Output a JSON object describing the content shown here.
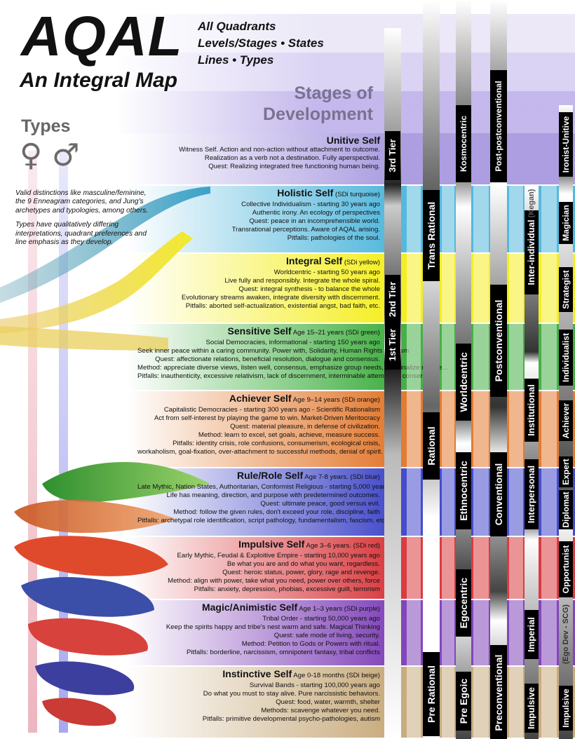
{
  "title": "AQAL",
  "subtitle": "An Integral Map",
  "aqal_lines": [
    "All Quadrants",
    "Levels/Stages • States",
    "Lines • Types"
  ],
  "types": {
    "heading": "Types",
    "female_symbol": "♀",
    "male_symbol": "♂",
    "para1": "Valid distinctions like masculine/feminine, the 9 Enneagram categories, and Jung's archetypes and typologies, among others.",
    "para2": "Types have qualitatively differing interpretations, quadrant preferences and line emphasis as they develop."
  },
  "stages_heading": [
    "Stages of",
    "Development"
  ],
  "stages": [
    {
      "name": "Unitive Self",
      "sub": "",
      "lines": [
        "Witness Self. Action and non-action without attachment to outcome.",
        "Realization as a verb not a destination. Fully aperspectival.",
        "Quest: Realizing integrated free functioning human being."
      ],
      "color": "#a99be0"
    },
    {
      "name": "Holistic Self",
      "sub": "(SDi turquoise)",
      "lines": [
        "Collective Individualism - starting 30 years ago",
        "Authentic irony. An ecology of perspectives",
        "Quest: peace in an incomprehensible world.",
        "Transrational perceptions. Aware of AQAL arising.",
        "Pitfalls: pathologies of the soul."
      ],
      "color": "#4fb6dc"
    },
    {
      "name": "Integral Self",
      "sub": "(SDi yellow)",
      "lines": [
        "Worldcentric - starting 50 years ago",
        "Live fully and responsibly. Integrate the whole spiral.",
        "Quest: integral synthesis - to balance the whole",
        "Evolutionary streams awaken, integrate diversity with discernment.",
        "Pitfalls: aborted self-actualization, existential angst, bad faith, etc."
      ],
      "color": "#f4ee1a"
    },
    {
      "name": "Sensitive Self",
      "sub": "Age 15–21 years (SDi green)",
      "lines": [
        "Social Democracies, informational - starting 150 years ago",
        "Seek inner peace within a caring community. Power with, Solidarity, Human Rights Activism",
        "Quest: affectionate relations, beneficial resolution, dialogue and consensus.",
        "Method: appreciate diverse views, listen well, consensus, emphasize group needs, marginalize no one...",
        "Pitfalls: inauthenticity, excessive relativism, lack of discernment, interminable attempts at consensus..."
      ],
      "color": "#3fae3f"
    },
    {
      "name": "Achiever Self",
      "sub": "Age 9–14 years (SDi orange)",
      "lines": [
        "Capitalistic Democracies - starting 300 years ago - Scientific Rationalism",
        "Act from self-interest by playing the game to win. Market-Driven Meritocracy",
        "Quest: material pleasure, in defense of civilization.",
        "Method: learn to excel, set goals, achieve, measure success.",
        "Pitfalls: identity crisis, role confusions, consumerism, ecological crisis,",
        "workaholism, goal-fixation, over-attachment to successful methods, denial of spirit."
      ],
      "color": "#e2762a"
    },
    {
      "name": "Rule/Role Self",
      "sub": "Age 7-8 years. (SDi blue)",
      "lines": [
        "Late Mythic, Nation States, Authoritarian, Conformist Religious - starting 5,000 years ago",
        "Life has meaning, direction, and purpose with predetermined outcomes.",
        "Quest: ultimate peace, good versus evil.",
        "Method: follow the given rules, don't exceed your role, discipline, faith",
        "Pitfalls: archetypal role identification, script pathology, fundamentalism, fascism, etc."
      ],
      "color": "#3f46c8"
    },
    {
      "name": "Impulsive Self",
      "sub": "Age 3–6 years. (SDi red)",
      "lines": [
        "Early Mythic, Feudal & Exploitive Empire - starting 10,000 years ago",
        "Be what you are and do what you want, regardless.",
        "Quest: heroic status, power, glory, rage and revenge.",
        "Method: align with power, take what you need, power over others, force",
        "Pitfalls: anxiety, depression, phobias, excessive guilt, terrorism"
      ],
      "color": "#d8353a"
    },
    {
      "name": "Magic/Animistic Self",
      "sub": "Age 1–3 years (SDi purple)",
      "lines": [
        "Tribal Order - starting 50,000 years ago",
        "Keep the spirits happy and tribe's nest warm and safe. Magical Thinking",
        "Quest: safe mode of living, security.",
        "Method: Petition to Gods or Powers with ritual.",
        "Pitfalls: borderline, narcissism, omnipotent fantasy, tribal conflicts"
      ],
      "color": "#7e3fb8"
    },
    {
      "name": "Instinctive Self",
      "sub": "Age 0-18 months (SDi beige)",
      "lines": [
        "Survival Bands - starting 100,000 years ago",
        "Do what you must to stay alive. Pure narcissistic behaviors.",
        "Quest: food, water, warmth, shelter",
        "Methods: scavenge whatever you need.",
        "Pitfalls: primitive developmental psycho-pathologies, autism"
      ],
      "color": "#c7a97a"
    }
  ],
  "tiers": [
    "3rd Tier",
    "2nd Tier",
    "1st Tier"
  ],
  "column_labels": {
    "rational_line": [
      "Trans Rational",
      "Rational",
      "Pre Rational"
    ],
    "centric": [
      "Kosmocentric",
      "Worldcentric",
      "Ethnocentric",
      "Egocentric",
      "Pre Egoic"
    ],
    "conventional": [
      "Post-postconventional",
      "Postconventional",
      "Conventional",
      "Preconventional"
    ],
    "kegan": [
      "Inter-individual",
      "(Kegan)",
      "Institutional",
      "Interpersonal",
      "Imperial",
      "Impulsive"
    ],
    "ego_dev": [
      "Ironist-Unitive",
      "Magician",
      "Strategist",
      "Individualist",
      "Achiever",
      "Expert",
      "Diplomat",
      "Opportunist",
      "(Ego Dev - SCG)",
      "Impulsive"
    ]
  }
}
